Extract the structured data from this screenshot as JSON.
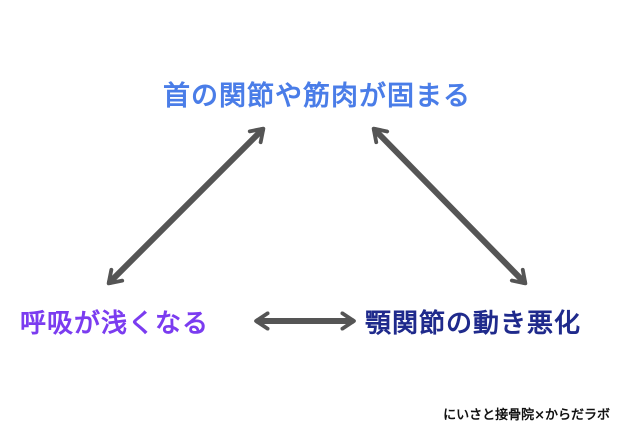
{
  "nodes": {
    "top": {
      "label": "首の関節や筋肉が固まる",
      "color": "#4a7de8"
    },
    "left": {
      "label": "呼吸が浅くなる",
      "color": "#7b3cf0"
    },
    "right": {
      "label": "顎関節の動き悪化",
      "color": "#1f2a8c"
    }
  },
  "connections": [
    {
      "from": "top",
      "to": "left",
      "type": "bidirectional"
    },
    {
      "from": "top",
      "to": "right",
      "type": "bidirectional"
    },
    {
      "from": "left",
      "to": "right",
      "type": "bidirectional"
    }
  ],
  "arrow_color": "#555555",
  "credit": "にいさと接骨院×からだラボ"
}
